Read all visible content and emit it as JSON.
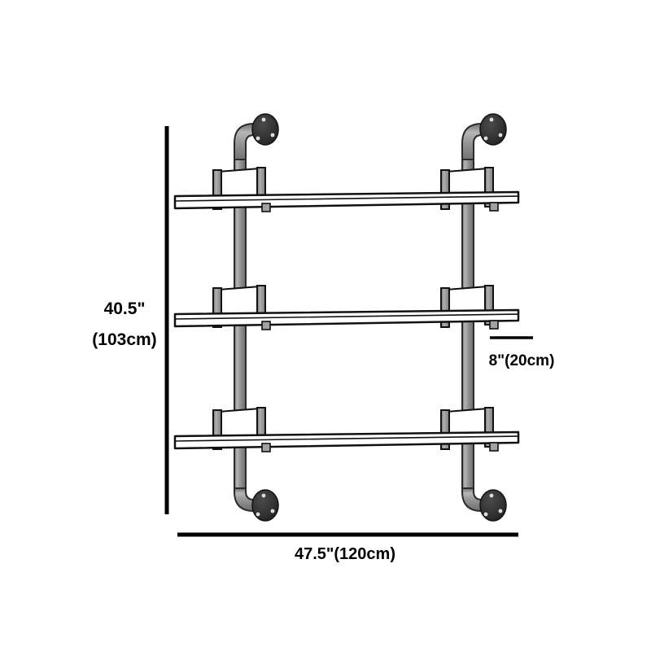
{
  "diagram": {
    "title": "3-Tier Industrial Pipe Wall Shelf Dimension Drawing",
    "type": "product-dimension-drawing",
    "background_color": "#ffffff"
  },
  "dimensions": {
    "height": {
      "label_imperial": "40.5\"",
      "label_metric": "(103cm)",
      "orientation": "vertical",
      "position": "left"
    },
    "width": {
      "label": "47.5\"(120cm)",
      "orientation": "horizontal",
      "position": "bottom"
    },
    "depth": {
      "label": "8\"(20cm)",
      "orientation": "horizontal",
      "position": "right"
    }
  },
  "colors": {
    "outline": "#000000",
    "pipe_fill": "#8e8e8e",
    "pipe_highlight": "#b5b5b5",
    "pipe_shadow": "#6f6f6f",
    "bracket_fill": "#9a9a9a",
    "flange_fill": "#333333",
    "flange_edge": "#1a1a1a",
    "bolt_fill": "#d8d8d8",
    "shelf_fill": "#ffffff",
    "dimension_line": "#000000"
  },
  "structure": {
    "shelf_count": 3,
    "shelves": [
      {
        "name": "top-shelf",
        "tier": 1
      },
      {
        "name": "middle-shelf",
        "tier": 2
      },
      {
        "name": "bottom-shelf",
        "tier": 3
      }
    ],
    "pipe_uprights": [
      {
        "name": "left-pipe-upright"
      },
      {
        "name": "right-pipe-upright"
      }
    ],
    "wall_flanges": [
      {
        "name": "top-left-flange",
        "bolt_holes": 3
      },
      {
        "name": "top-right-flange",
        "bolt_holes": 3
      },
      {
        "name": "bottom-left-flange",
        "bolt_holes": 3
      },
      {
        "name": "bottom-right-flange",
        "bolt_holes": 3
      }
    ]
  }
}
